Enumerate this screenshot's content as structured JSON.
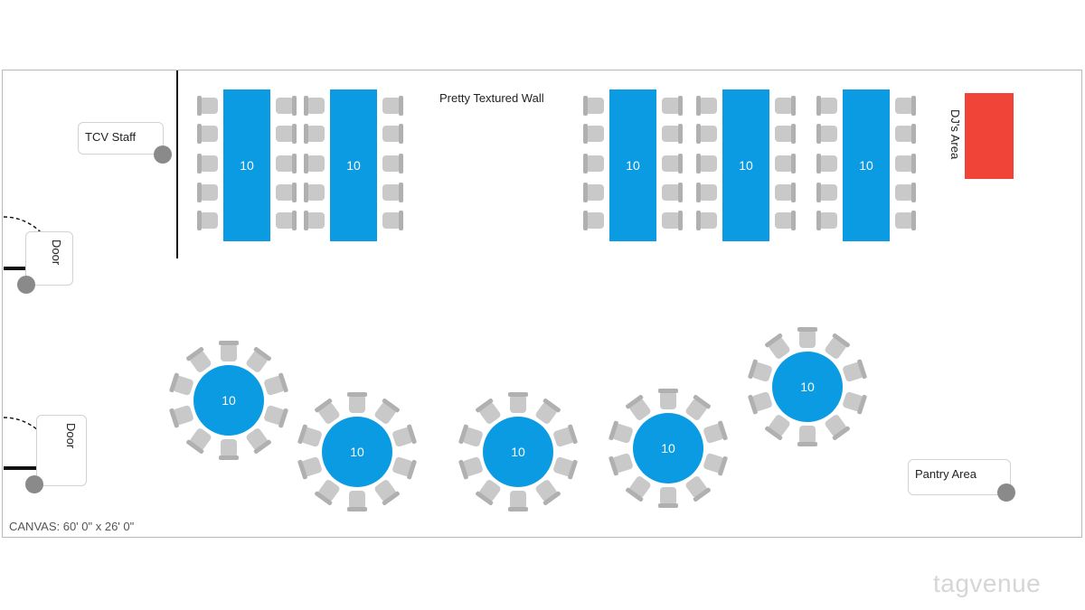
{
  "wall_label": "Pretty Textured Wall",
  "tcv_staff": "TCV Staff",
  "dj_area": "DJ's Area",
  "pantry_area": "Pantry Area",
  "door_top": "Door",
  "door_bottom": "Door",
  "canvas_size": "CANVAS: 60' 0\" x 26' 0\"",
  "watermark": "tagvenue",
  "colors": {
    "table_blue": "#0a9be3",
    "chair_gray": "#c9c9c9",
    "dj_red": "#f04438",
    "dot_gray": "#8a8a8a"
  },
  "rect_tables": [
    {
      "seats": "10"
    },
    {
      "seats": "10"
    },
    {
      "seats": "10"
    },
    {
      "seats": "10"
    },
    {
      "seats": "10"
    }
  ],
  "round_tables": [
    {
      "seats": "10"
    },
    {
      "seats": "10"
    },
    {
      "seats": "10"
    },
    {
      "seats": "10"
    },
    {
      "seats": "10"
    }
  ]
}
